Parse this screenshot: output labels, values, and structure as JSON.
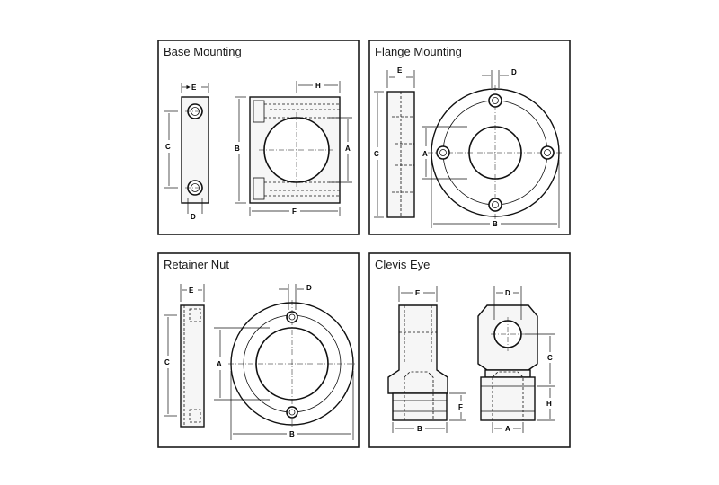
{
  "panels": [
    {
      "id": "base",
      "title": "Base Mounting",
      "dims": [
        "E",
        "C",
        "D",
        "H",
        "B",
        "A",
        "F"
      ]
    },
    {
      "id": "flange",
      "title": "Flange Mounting",
      "dims": [
        "E",
        "D",
        "C",
        "A",
        "B"
      ]
    },
    {
      "id": "retainer",
      "title": "Retainer Nut",
      "dims": [
        "E",
        "D",
        "C",
        "A",
        "B"
      ]
    },
    {
      "id": "clevis",
      "title": "Clevis Eye",
      "dims": [
        "E",
        "D",
        "C",
        "F",
        "H",
        "B",
        "A"
      ]
    }
  ]
}
